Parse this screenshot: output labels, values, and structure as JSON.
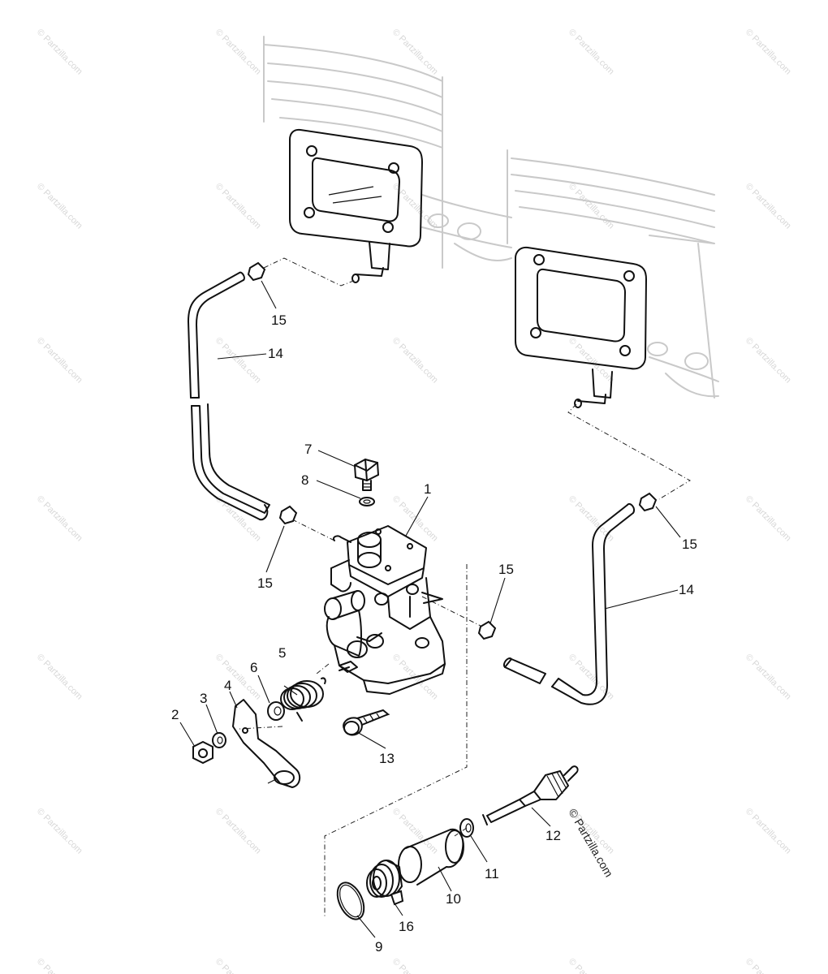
{
  "watermark": {
    "text": "© Partzilla.com"
  },
  "copyright": {
    "text": "© Partzilla.com"
  },
  "callouts": {
    "c1": "1",
    "c2": "2",
    "c3": "3",
    "c4": "4",
    "c5": "5",
    "c6": "6",
    "c7": "7",
    "c8": "8",
    "c9": "9",
    "c10": "10",
    "c11": "11",
    "c12": "12",
    "c13": "13",
    "c14a": "14",
    "c14b": "14",
    "c15a": "15",
    "c15b": "15",
    "c15c": "15",
    "c15d": "15",
    "c16": "16"
  }
}
